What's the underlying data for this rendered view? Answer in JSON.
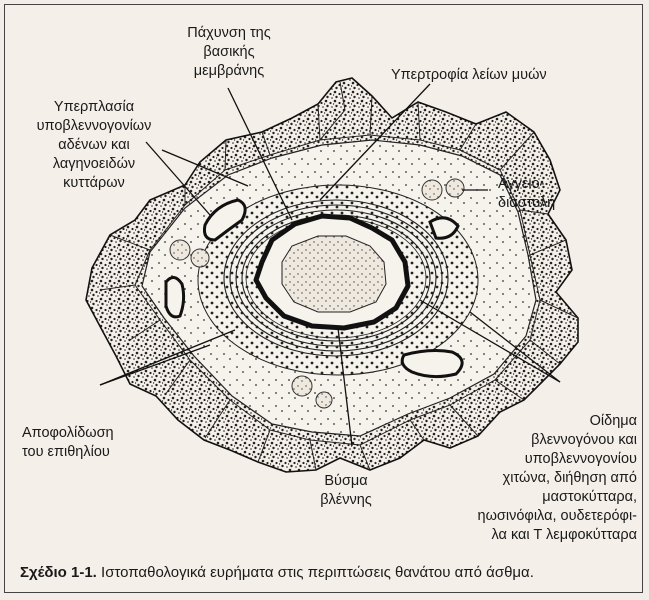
{
  "labels": {
    "basement": "Πάχυνση της\nβασικής\nμεμβράνης",
    "smooth_muscle": "Υπερτροφία λείων μυών",
    "hyperplasia": "Υπερπλασία\nυποβλεννογονίων\nαδένων και\nλαγηνοειδών\nκυττάρων",
    "vasodilation": "Αγγειο-\nδιαστολή",
    "desquamation": "Αποφολίδωση\nτου επιθηλίου",
    "mucus_plug": "Βύσμα\nβλέννης",
    "edema": "Οίδημα\nβλεννογόνου και\nυποβλεννογονίου\nχιτώνα, διήθηση από\nμαστοκύτταρα,\nηωσινόφιλα, ουδετερόφι-\nλα και Τ λεμφοκύτταρα"
  },
  "caption": {
    "number": "Σχέδιο 1-1.",
    "text": " Ιστοπαθολογικά ευρήματα στις περιπτώσεις θανάτου από άσθμα."
  }
}
